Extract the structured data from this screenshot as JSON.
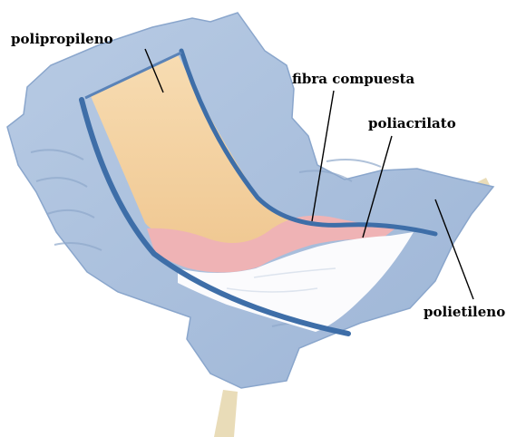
{
  "labels": {
    "polipropileno": "polipropileno",
    "fibra_compuesta": "fibra compuesta",
    "poliacrilato": "poliacrilato",
    "polietileno": "polietileno"
  },
  "colors": {
    "outer_shell": "#a9bfdc",
    "shell_edge": "#8aa6cc",
    "elastic_band": "#3e6ea8",
    "polypropylene_layer": "#f3cf9e",
    "composite_fiber_layer": "#efb3b5",
    "polyacrylate_layer": "#ffffff",
    "tab_strip": "#e9dcb8",
    "leader_line": "#000000",
    "text": "#000000"
  }
}
